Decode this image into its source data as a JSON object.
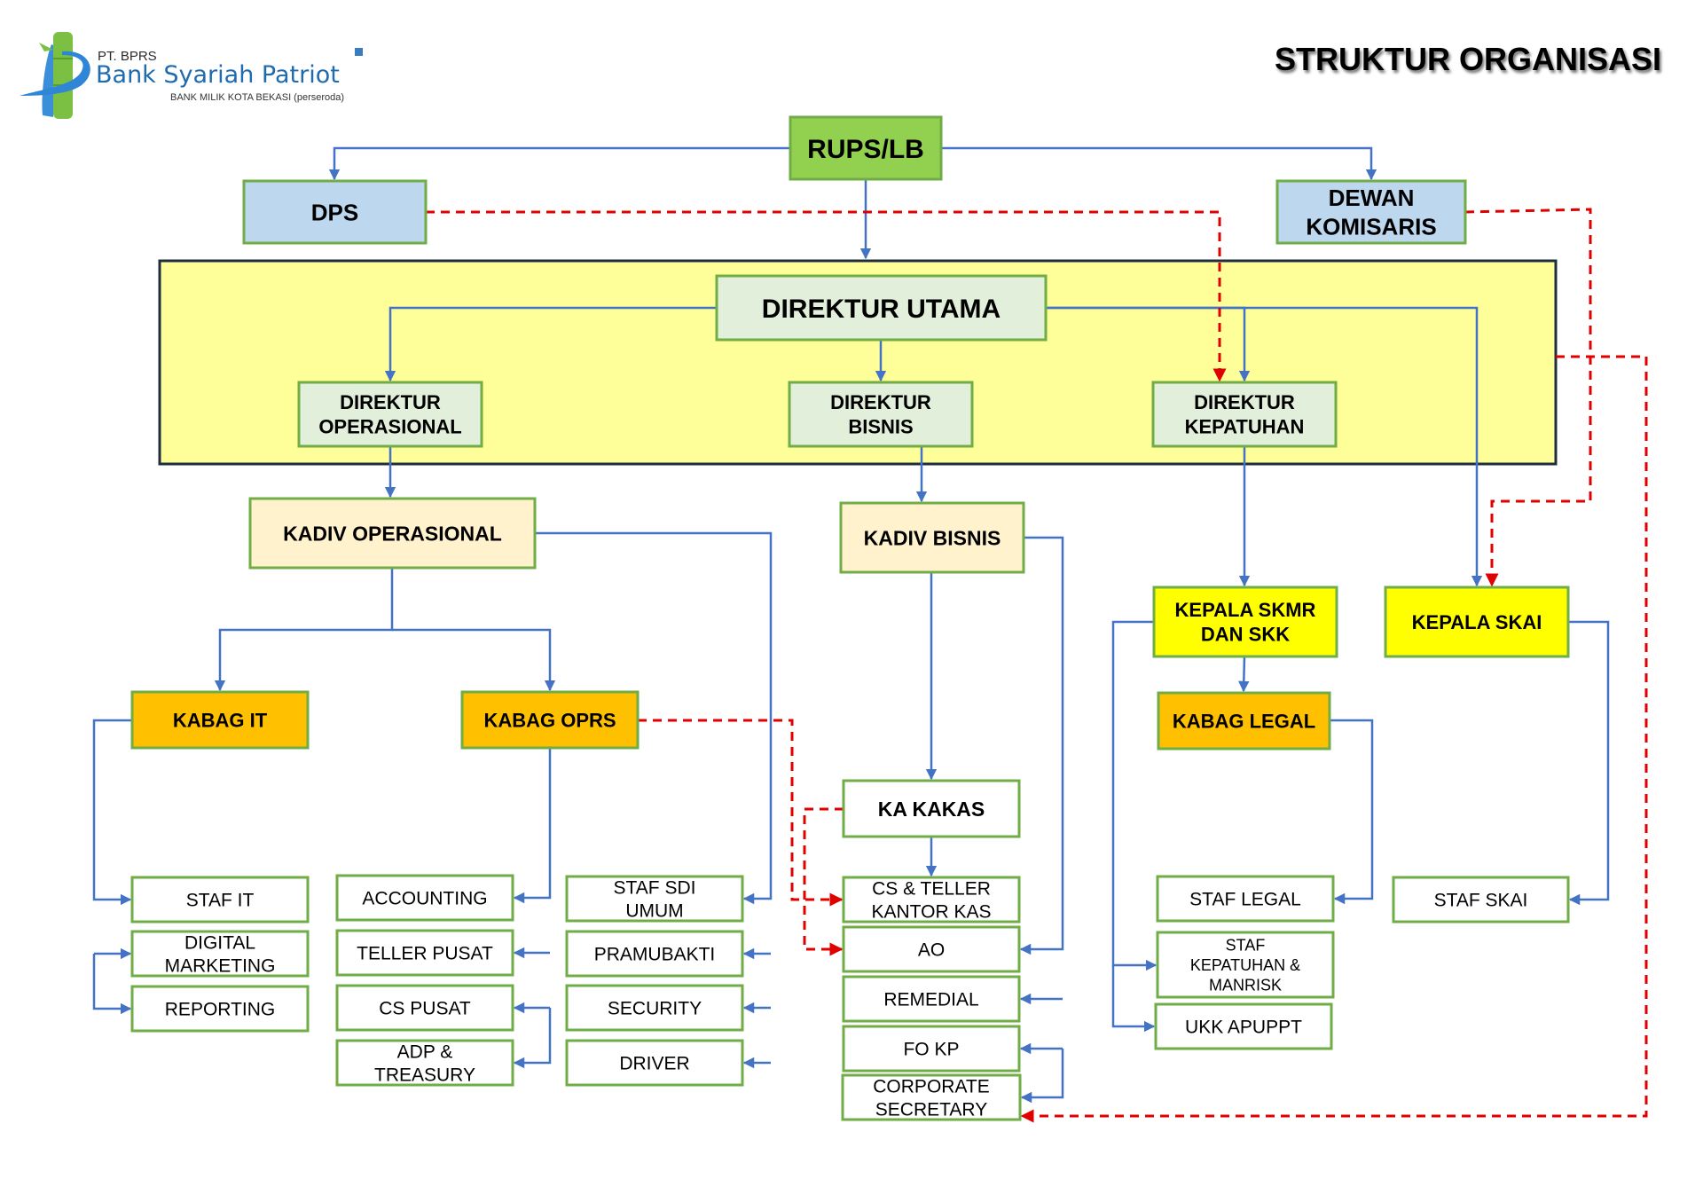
{
  "header": {
    "title": "STRUKTUR ORGANISASI",
    "logo": {
      "company_prefix": "PT. BPRS",
      "company_name": "Bank Syariah Patriot",
      "tagline": "BANK MILIK KOTA BEKASI (perseroda)",
      "icon": "bamboo-p-logo-icon"
    }
  },
  "colors": {
    "rups": "#92d050",
    "board": "#bdd7ee",
    "director": "#e2efda",
    "directors_panel": "#ffff99",
    "kadiv": "#fff2cc",
    "kabag": "#ffc000",
    "kepala": "#ffff00",
    "staff": "#ffffff",
    "box_border": "#70ad47",
    "line_solid": "#4472c4",
    "line_dashed": "#e00000"
  },
  "nodes": {
    "rups": {
      "lines": [
        "RUPS/LB"
      ]
    },
    "dps": {
      "lines": [
        "DPS"
      ]
    },
    "dewan_komisaris": {
      "lines": [
        "DEWAN",
        "KOMISARIS"
      ]
    },
    "direktur_utama": {
      "lines": [
        "DIREKTUR UTAMA"
      ]
    },
    "direktur_operasional": {
      "lines": [
        "DIREKTUR",
        "OPERASIONAL"
      ]
    },
    "direktur_bisnis": {
      "lines": [
        "DIREKTUR",
        "BISNIS"
      ]
    },
    "direktur_kepatuhan": {
      "lines": [
        "DIREKTUR",
        "KEPATUHAN"
      ]
    },
    "kadiv_operasional": {
      "lines": [
        "KADIV OPERASIONAL"
      ]
    },
    "kadiv_bisnis": {
      "lines": [
        "KADIV BISNIS"
      ]
    },
    "kepala_skmr": {
      "lines": [
        "KEPALA SKMR",
        "DAN SKK"
      ]
    },
    "kepala_skai": {
      "lines": [
        "KEPALA SKAI"
      ]
    },
    "kabag_it": {
      "lines": [
        "KABAG IT"
      ]
    },
    "kabag_oprs": {
      "lines": [
        "KABAG OPRS"
      ]
    },
    "kabag_legal": {
      "lines": [
        "KABAG LEGAL"
      ]
    },
    "ka_kakas": {
      "lines": [
        "KA KAKAS"
      ]
    },
    "staf_it": {
      "lines": [
        "STAF IT"
      ]
    },
    "digital_marketing": {
      "lines": [
        "DIGITAL",
        "MARKETING"
      ]
    },
    "reporting": {
      "lines": [
        "REPORTING"
      ]
    },
    "accounting": {
      "lines": [
        "ACCOUNTING"
      ]
    },
    "teller_pusat": {
      "lines": [
        "TELLER PUSAT"
      ]
    },
    "cs_pusat": {
      "lines": [
        "CS PUSAT"
      ]
    },
    "adp_treasury": {
      "lines": [
        "ADP &",
        "TREASURY"
      ]
    },
    "staf_sdi_umum": {
      "lines": [
        "STAF SDI",
        "UMUM"
      ]
    },
    "pramubakti": {
      "lines": [
        "PRAMUBAKTI"
      ]
    },
    "security": {
      "lines": [
        "SECURITY"
      ]
    },
    "driver": {
      "lines": [
        "DRIVER"
      ]
    },
    "cs_teller_kantor_kas": {
      "lines": [
        "CS & TELLER",
        "KANTOR KAS"
      ]
    },
    "ao": {
      "lines": [
        "AO"
      ]
    },
    "remedial": {
      "lines": [
        "REMEDIAL"
      ]
    },
    "fo_kp": {
      "lines": [
        "FO KP"
      ]
    },
    "corporate_secretary": {
      "lines": [
        "CORPORATE",
        "SECRETARY"
      ]
    },
    "staf_legal": {
      "lines": [
        "STAF LEGAL"
      ]
    },
    "staf_kepatuhan_manrisk": {
      "lines": [
        "STAF",
        "KEPATUHAN &",
        "MANRISK"
      ]
    },
    "ukk_apuppt": {
      "lines": [
        "UKK APUPPT"
      ]
    },
    "staf_skai": {
      "lines": [
        "STAF SKAI"
      ]
    }
  },
  "edges": {
    "solid": [
      [
        "rups",
        "dps"
      ],
      [
        "rups",
        "dewan_komisaris"
      ],
      [
        "rups",
        "directors_panel"
      ],
      [
        "direktur_utama",
        "direktur_operasional"
      ],
      [
        "direktur_utama",
        "direktur_bisnis"
      ],
      [
        "direktur_utama",
        "direktur_kepatuhan"
      ],
      [
        "direktur_utama",
        "kepala_skai"
      ],
      [
        "direktur_operasional",
        "kadiv_operasional"
      ],
      [
        "direktur_bisnis",
        "kadiv_bisnis"
      ],
      [
        "direktur_kepatuhan",
        "kepala_skmr"
      ],
      [
        "kadiv_operasional",
        "kabag_it"
      ],
      [
        "kadiv_operasional",
        "kabag_oprs"
      ],
      [
        "kadiv_operasional",
        "staf_sdi_umum"
      ],
      [
        "kadiv_operasional",
        "pramubakti"
      ],
      [
        "kadiv_operasional",
        "security"
      ],
      [
        "kadiv_operasional",
        "driver"
      ],
      [
        "kabag_it",
        "staf_it"
      ],
      [
        "kabag_it",
        "digital_marketing"
      ],
      [
        "kabag_it",
        "reporting"
      ],
      [
        "kabag_oprs",
        "accounting"
      ],
      [
        "kabag_oprs",
        "teller_pusat"
      ],
      [
        "kabag_oprs",
        "cs_pusat"
      ],
      [
        "kabag_oprs",
        "adp_treasury"
      ],
      [
        "kadiv_bisnis",
        "ka_kakas"
      ],
      [
        "ka_kakas",
        "cs_teller_kantor_kas"
      ],
      [
        "kadiv_bisnis",
        "ao"
      ],
      [
        "kadiv_bisnis",
        "remedial"
      ],
      [
        "kadiv_bisnis",
        "fo_kp"
      ],
      [
        "kadiv_bisnis",
        "corporate_secretary"
      ],
      [
        "kepala_skmr",
        "kabag_legal"
      ],
      [
        "kepala_skmr",
        "staf_kepatuhan_manrisk"
      ],
      [
        "kepala_skmr",
        "ukk_apuppt"
      ],
      [
        "kabag_legal",
        "staf_legal"
      ],
      [
        "kepala_skai",
        "staf_skai"
      ]
    ],
    "dashed": [
      [
        "dps",
        "direktur_kepatuhan"
      ],
      [
        "dewan_komisaris",
        "kepala_skai"
      ],
      [
        "directors_panel",
        "corporate_secretary"
      ],
      [
        "kabag_oprs",
        "cs_teller_kantor_kas"
      ],
      [
        "ka_kakas",
        "ao"
      ]
    ]
  }
}
